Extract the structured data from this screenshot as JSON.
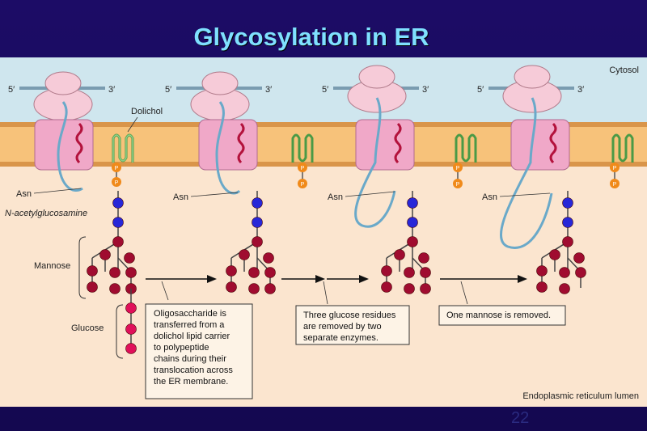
{
  "slide": {
    "title": "Glycosylation in ER",
    "page_number": "22"
  },
  "diagram": {
    "compartments": {
      "cytosol": "Cytosol",
      "lumen": "Endoplasmic reticulum lumen"
    },
    "mrna_ends": {
      "five_prime": "5′",
      "three_prime": "3′"
    },
    "labels": {
      "dolichol": "Dolichol",
      "asn": "Asn",
      "nacetyl": "N-acetylglucosamine",
      "mannose": "Mannose",
      "glucose": "Glucose",
      "phosphate": "P"
    },
    "steps": [
      {
        "text": [
          "Oligosaccharide is",
          "transferred from a",
          "dolichol lipid carrier",
          "to polypeptide",
          "chains during their",
          "translocation across",
          "the ER membrane."
        ]
      },
      {
        "text": [
          "Three glucose residues",
          "are removed by two",
          "separate enzymes."
        ]
      },
      {
        "text": [
          "One mannose is removed."
        ]
      }
    ],
    "colors": {
      "cytosol": "#cfe6ee",
      "lumen": "#fbe5cf",
      "membrane": "#f7c27a",
      "translocon": "#f0a8c8",
      "ribosome": "#f6cbd8",
      "dolichol": "#8fd08a",
      "nacetylglucosamine": "#2727d8",
      "mannose": "#a00c30",
      "glucose": "#e0105a",
      "phosphate": "#f08a1a"
    }
  }
}
